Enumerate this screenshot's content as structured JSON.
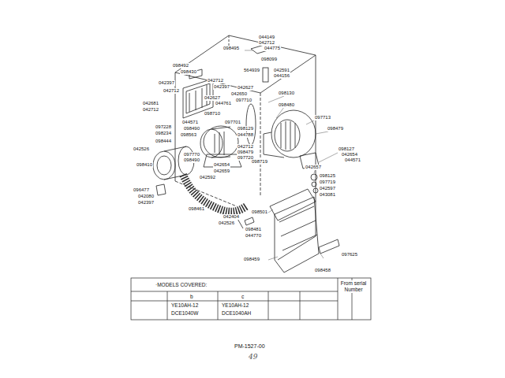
{
  "diagram": {
    "labels": [
      "044149",
      "042712",
      "044775",
      "098099",
      "098495",
      "564939",
      "042591",
      "044156",
      "098492",
      "098430",
      "042712",
      "042397",
      "042397",
      "042712",
      "042627",
      "042650",
      "098130",
      "098480",
      "042681",
      "042712",
      "042627",
      "044761",
      "097710",
      "098710",
      "097701",
      "044571",
      "098129",
      "044788",
      "097228",
      "098234",
      "098490",
      "098563",
      "097713",
      "098479",
      "098444",
      "042712",
      "098479",
      "097720",
      "098719",
      "097770",
      "098490",
      "042654",
      "042659",
      "042526",
      "098410",
      "042592",
      "098461",
      "096477",
      "042080",
      "042397",
      "098127",
      "042654",
      "044571",
      "042657",
      "098125",
      "097719",
      "042597",
      "043081",
      "098501",
      "042404",
      "042526",
      "098481",
      "044770",
      "098459",
      "097625",
      "098458",
      "·MODELS COVERED:",
      "From serial Number",
      "b",
      "c",
      "YE10AH-12",
      "YE10AH-12",
      "DCE1040W",
      "DCE1040AH",
      "PM-1527-00",
      "49"
    ]
  }
}
